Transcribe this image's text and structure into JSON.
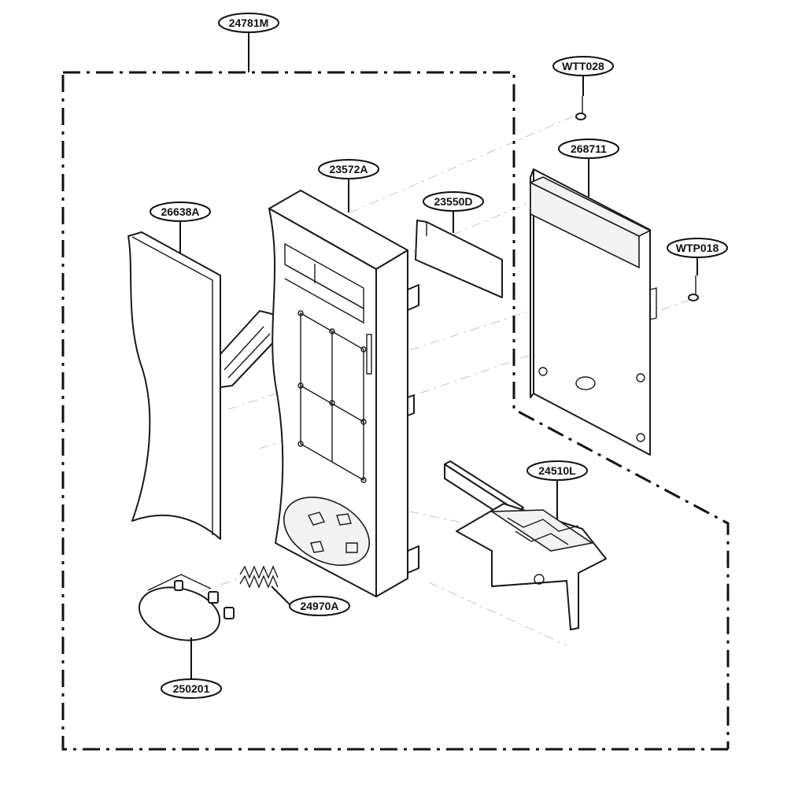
{
  "labels": {
    "assembly": "24781M",
    "screw_top": "WTT028",
    "pcb": "268711",
    "panel": "23572A",
    "window": "23550D",
    "membrane": "26638A",
    "screw_side": "WTP018",
    "latch": "24510L",
    "spring": "24970A",
    "knob": "250201"
  },
  "colors": {
    "line": "#111111",
    "background": "#ffffff",
    "ghost_line": "#cfcfcf"
  }
}
